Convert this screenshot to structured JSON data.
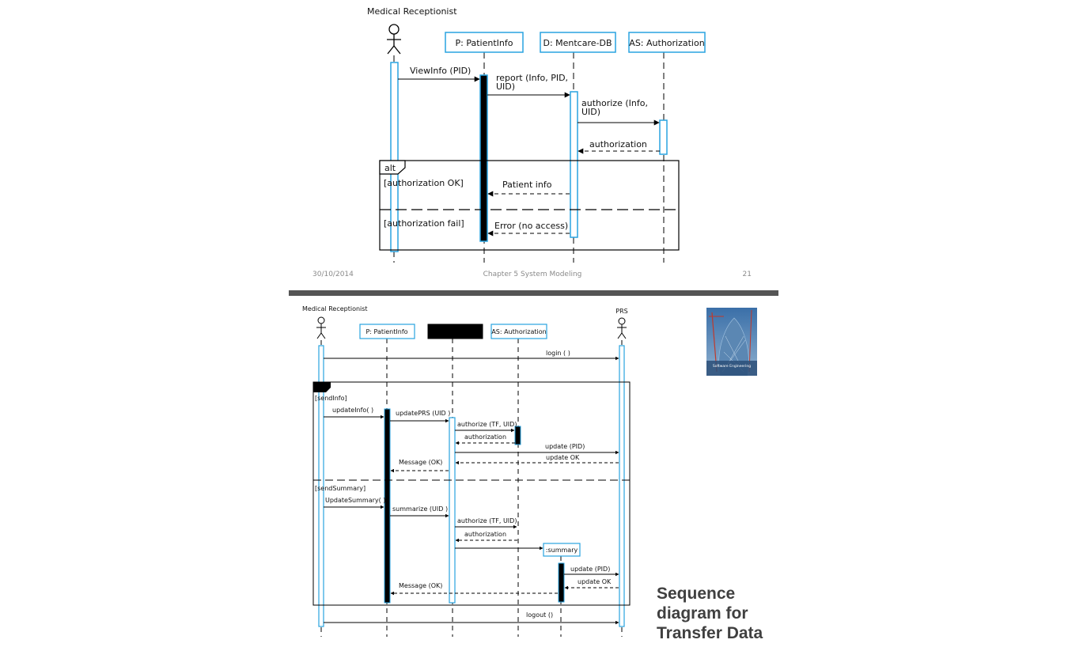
{
  "slide1": {
    "actor": "Medical Receptionist",
    "lifelines": [
      "P: PatientInfo",
      "D: Mentcare-DB",
      "AS: Authorization"
    ],
    "messages": {
      "view_info": "ViewInfo (PID)",
      "report_l1": "report (Info, PID,",
      "report_l2": "UID)",
      "authorize_l1": "authorize (Info,",
      "authorize_l2": "UID)",
      "authorization": "authorization",
      "patient_info": "Patient info",
      "error": "Error (no access)"
    },
    "fragment": {
      "operator": "alt",
      "guard_ok": "[authorization OK]",
      "guard_fail": "[authorization fail]"
    },
    "footer": {
      "date": "30/10/2014",
      "chapter": "Chapter 5 System Modeling",
      "page": "21"
    }
  },
  "slide2": {
    "actor_left": "Medical Receptionist",
    "actor_right": "PRS",
    "lifelines": [
      "P: PatientInfo",
      "AS: Authorization"
    ],
    "summary_object": ":summary",
    "messages": {
      "login": "login ( )",
      "update_info": "updateInfo( )",
      "update_prs": "updatePRS (UID )",
      "authorize_1": "authorize (TF, UID)",
      "authorization_1": "authorization",
      "update_pid_1": "update (PID)",
      "update_ok_1": "update OK",
      "message_ok_1": "Message (OK)",
      "update_summary": "UpdateSummary( )",
      "summarize": "summarize (UID )",
      "authorize_2": "authorize (TF, UID)",
      "authorization_2": "authorization",
      "update_pid_2": "update (PID)",
      "update_ok_2": "update OK",
      "message_ok_2": "Message (OK)",
      "logout": "logout ()"
    },
    "guards": {
      "send_info": "[sendInfo]",
      "send_summary": "[sendSummary]"
    },
    "book_cover": {
      "title": "Software Engineering"
    }
  },
  "caption": [
    "Sequence",
    "diagram for",
    "Transfer Data"
  ],
  "colors": {
    "lifeline_box": "#29a3e0",
    "activation_fill": "#000000",
    "divider": "#555555",
    "caption_text": "#404040"
  }
}
